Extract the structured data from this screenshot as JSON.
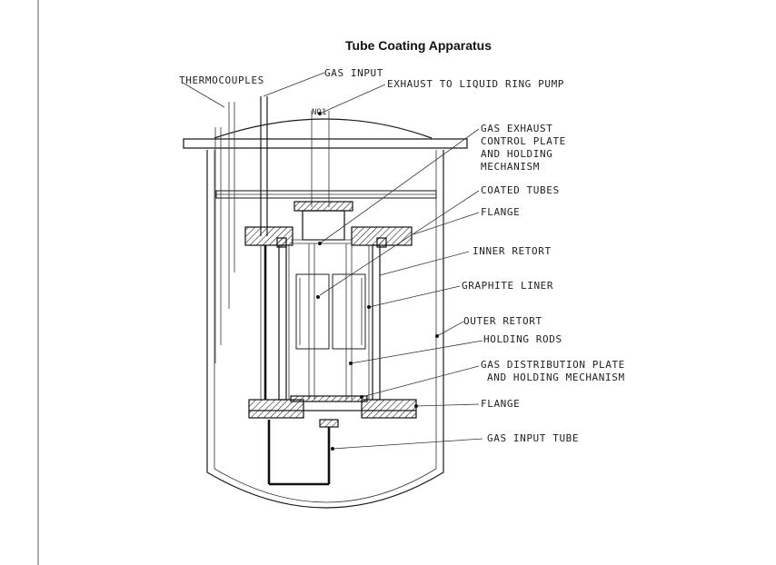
{
  "title": "Tube Coating Apparatus",
  "labels": {
    "thermocouples": "THERMOCOUPLES",
    "gas_input": "GAS INPUT",
    "exhaust": "EXHAUST TO LIQUID RING PUMP",
    "gas_exhaust_line1": "GAS EXHAUST",
    "gas_exhaust_line2": "CONTROL PLATE",
    "gas_exhaust_line3": "AND HOLDING",
    "gas_exhaust_line4": "MECHANISM",
    "coated_tubes": "COATED TUBES",
    "flange_top": "FLANGE",
    "inner_retort": "INNER RETORT",
    "graphite_liner": "GRAPHITE LINER",
    "outer_retort": "OUTER RETORT",
    "holding_rods": "HOLDING RODS",
    "gas_dist_line1": "GAS DISTRIBUTION PLATE",
    "gas_dist_line2": "AND HOLDING MECHANISM",
    "flange_bottom": "FLANGE",
    "gas_input_tube": "GAS INPUT TUBE"
  }
}
